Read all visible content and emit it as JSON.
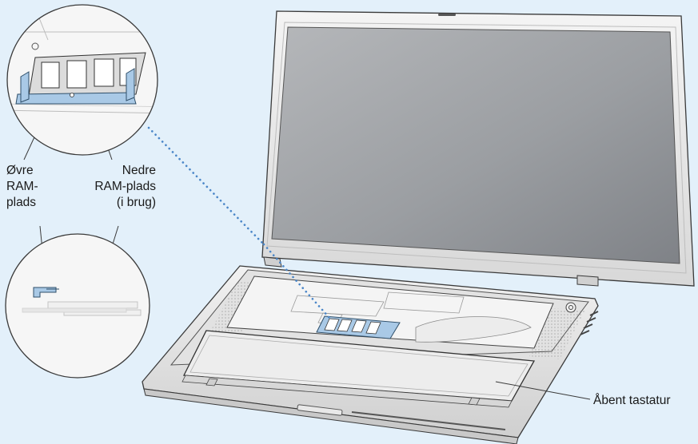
{
  "labels": {
    "upper_slot": [
      "Øvre",
      "RAM-",
      "plads"
    ],
    "lower_slot": [
      "Nedre",
      "RAM-plads",
      "(i brug)"
    ],
    "keyboard": "Åbent tastatur"
  },
  "colors": {
    "background": "#e3f0fa",
    "leader_dots": "#4a86c8",
    "ram_highlight": "#a9c9e6",
    "screen": "#9c9fa3",
    "line": "#3a3a3a"
  }
}
